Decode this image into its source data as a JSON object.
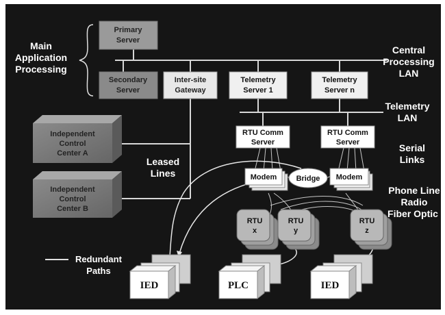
{
  "labels": {
    "main_app": [
      "Main",
      "Application",
      "Processing"
    ],
    "central_lan": [
      "Central",
      "Processing",
      "LAN"
    ],
    "telemetry_lan": [
      "Telemetry",
      "LAN"
    ],
    "serial_links": [
      "Serial",
      "Links"
    ],
    "phone_line": "Phone Line",
    "radio": "Radio",
    "fiber": "Fiber Optic",
    "leased": [
      "Leased",
      "Lines"
    ],
    "redundant": [
      "Redundant",
      "Paths"
    ]
  },
  "servers": {
    "primary": [
      "Primary",
      "Server"
    ],
    "secondary": [
      "Secondary",
      "Server"
    ],
    "intersite": [
      "Inter-site",
      "Gateway"
    ],
    "telemetry1": [
      "Telemetry",
      "Server 1"
    ],
    "telemetryn": [
      "Telemetry",
      "Server n"
    ],
    "rtucomm1": [
      "RTU Comm",
      "Server"
    ],
    "rtucomm2": [
      "RTU Comm",
      "Server"
    ]
  },
  "control_centers": {
    "a": [
      "Independent",
      "Control",
      "Center A"
    ],
    "b": [
      "Independent",
      "Control",
      "Center B"
    ]
  },
  "modems": [
    "Modem",
    "Modem"
  ],
  "bridge": "Bridge",
  "rtus": [
    {
      "line1": "RTU",
      "line2": "x"
    },
    {
      "line1": "RTU",
      "line2": "y"
    },
    {
      "line1": "RTU",
      "line2": "z"
    }
  ],
  "field_devices": [
    "IED",
    "PLC",
    "IED"
  ]
}
